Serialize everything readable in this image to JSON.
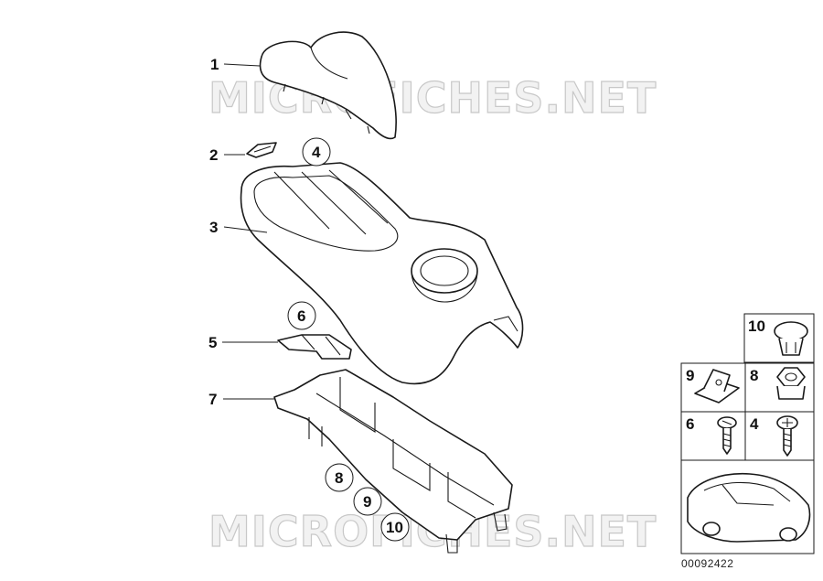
{
  "watermark": {
    "text_top": "MICROFICHES.NET",
    "text_bottom": "MICROFICHES.NET"
  },
  "callouts": {
    "c1": "1",
    "c2": "2",
    "c3": "3",
    "c4": "4",
    "c5": "5",
    "c6": "6",
    "c7": "7",
    "c8": "8",
    "c9": "9",
    "c10": "10"
  },
  "fastener_legend": {
    "item_10": "10",
    "item_9": "9",
    "item_8": "8",
    "item_6": "6",
    "item_4": "4"
  },
  "catalog_number": "00092422"
}
